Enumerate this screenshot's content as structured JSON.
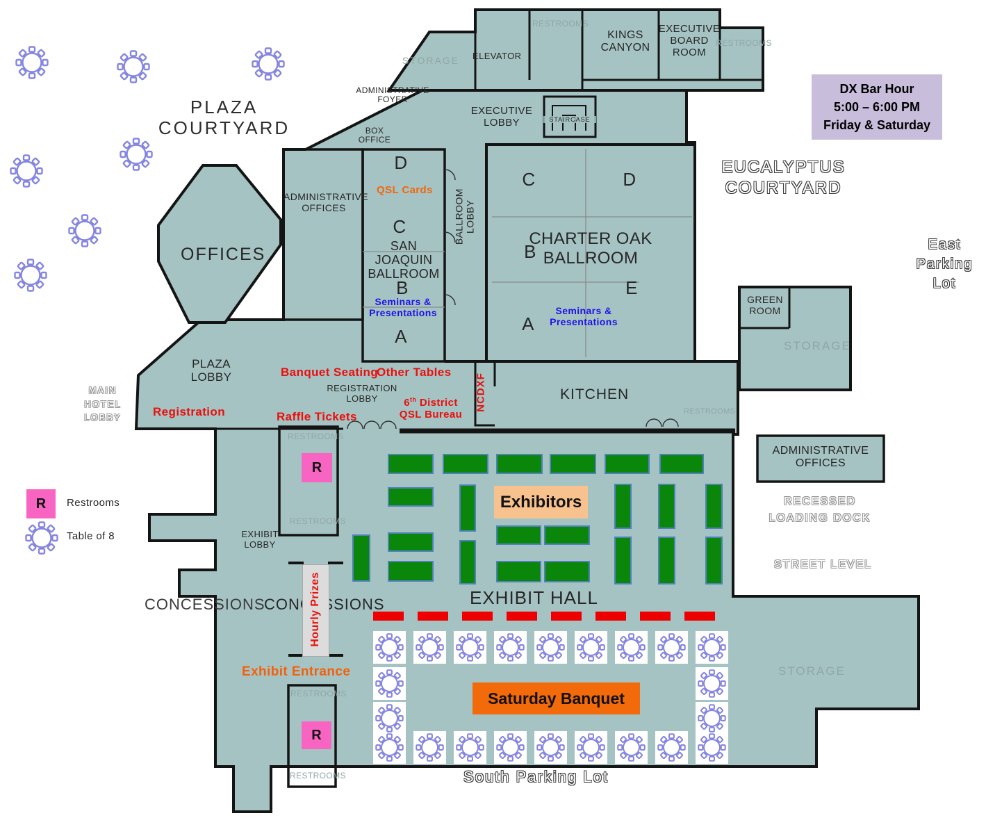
{
  "info_box": {
    "line1": "DX Bar Hour",
    "line2": "5:00 – 6:00 PM",
    "line3": "Friday & Saturday"
  },
  "legend": {
    "r_symbol": "R",
    "restrooms_label": "Restrooms",
    "table_label": "Table of 8"
  },
  "courtyards": {
    "plaza": "PLAZA COURTYARD",
    "eucalyptus": "EUCALYPTUS COURTYARD"
  },
  "parking": {
    "east": "East Parking Lot",
    "south": "South Parking Lot"
  },
  "rooms": {
    "storage": "STORAGE",
    "elevator": "ELEVATOR",
    "restrooms": "RESTROOMS",
    "kings_canyon": "KINGS CANYON",
    "executive_board_room": "EXECUTIVE BOARD ROOM",
    "administrative_foyer": "ADMINISTRATIVE FOYER",
    "box_office": "BOX OFFICE",
    "executive_lobby": "EXECUTIVE LOBBY",
    "staircase": "STAIRCASE",
    "administrative_offices": "ADMINISTRATIVE OFFICES",
    "offices": "OFFICES",
    "san_joaquin_ballroom": "SAN JOAQUIN BALLROOM",
    "ballroom_lobby": "BALLROOM LOBBY",
    "charter_oak_ballroom": "CHARTER OAK BALLROOM",
    "green_room": "GREEN ROOM",
    "kitchen": "KITCHEN",
    "plaza_lobby": "PLAZA LOBBY",
    "exhibit_lobby": "EXHIBIT LOBBY",
    "concessions": "CONCESSIONS",
    "exhibit_hall": "EXHIBIT HALL",
    "main_hotel_lobby": "MAIN HOTEL LOBBY",
    "recessed_loading_dock": "RECESSED LOADING DOCK",
    "street_level": "STREET LEVEL"
  },
  "sections": {
    "san_joaquin": [
      "D",
      "C",
      "B",
      "A"
    ],
    "charter_oak": [
      "C",
      "D",
      "B",
      "E",
      "A"
    ]
  },
  "annotations": {
    "qsl_cards": "QSL Cards",
    "seminars": "Seminars & Presentations",
    "banquet_seating": "Banquet Seating",
    "other_tables": "Other Tables",
    "registration_lobby": "REGISTRATION LOBBY",
    "registration": "Registration",
    "raffle_tickets": "Raffle Tickets",
    "qsl_bureau": {
      "num": "6",
      "sup": "th",
      "rest": " District",
      "line2": "QSL Bureau"
    },
    "ncdxf": "NCDXF",
    "hourly_prizes": "Hourly Prizes",
    "exhibit_entrance": "Exhibit Entrance",
    "exhibitors": "Exhibitors",
    "saturday_banquet": "Saturday Banquet"
  },
  "colors": {
    "building_fill": "#a6c3c3",
    "wall": "#141414",
    "red_label": "#e8100d",
    "blue_label": "#1d12ea",
    "orange_label": "#f2660d",
    "exhibitors_box": "#f8c28e",
    "banquet_box": "#f26a0a",
    "green_table": "#0a870a",
    "green_table_border": "#4f81bd",
    "restroom_pink": "#f864c2",
    "dx_box_purple": "#c8bedb",
    "gray_room_text": "#8fa6a6",
    "table_icon": "#8585e0",
    "red_dash": "#ee0000"
  }
}
